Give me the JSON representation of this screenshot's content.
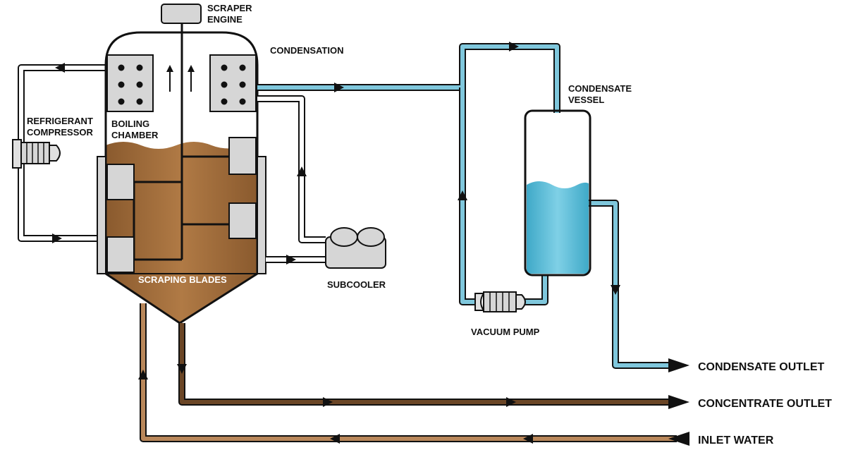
{
  "labels": {
    "scraper_engine_1": "SCRAPER",
    "scraper_engine_2": "ENGINE",
    "condensation": "CONDENSATION",
    "condensate_vessel_1": "CONDENSATE",
    "condensate_vessel_2": "VESSEL",
    "refrigerant_compressor_1": "REFRIGERANT",
    "refrigerant_compressor_2": "COMPRESSOR",
    "boiling_chamber_1": "BOILING",
    "boiling_chamber_2": "CHAMBER",
    "scraping_blades": "SCRAPING BLADES",
    "subcooler": "SUBCOOLER",
    "vacuum_pump": "VACUUM PUMP",
    "condensate_outlet": "CONDENSATE OUTLET",
    "concentrate_outlet": "CONCENTRATE OUTLET",
    "inlet_water": "INLET WATER"
  },
  "colors": {
    "brown_pipe": "#b9875a",
    "brown_dark": "#6b4626",
    "brown_fill": "#a8703e",
    "blue_pipe": "#7fc7dc",
    "blue_fill": "#5ab8d4",
    "gray_block": "#d6d6d6",
    "outline": "#111111"
  }
}
